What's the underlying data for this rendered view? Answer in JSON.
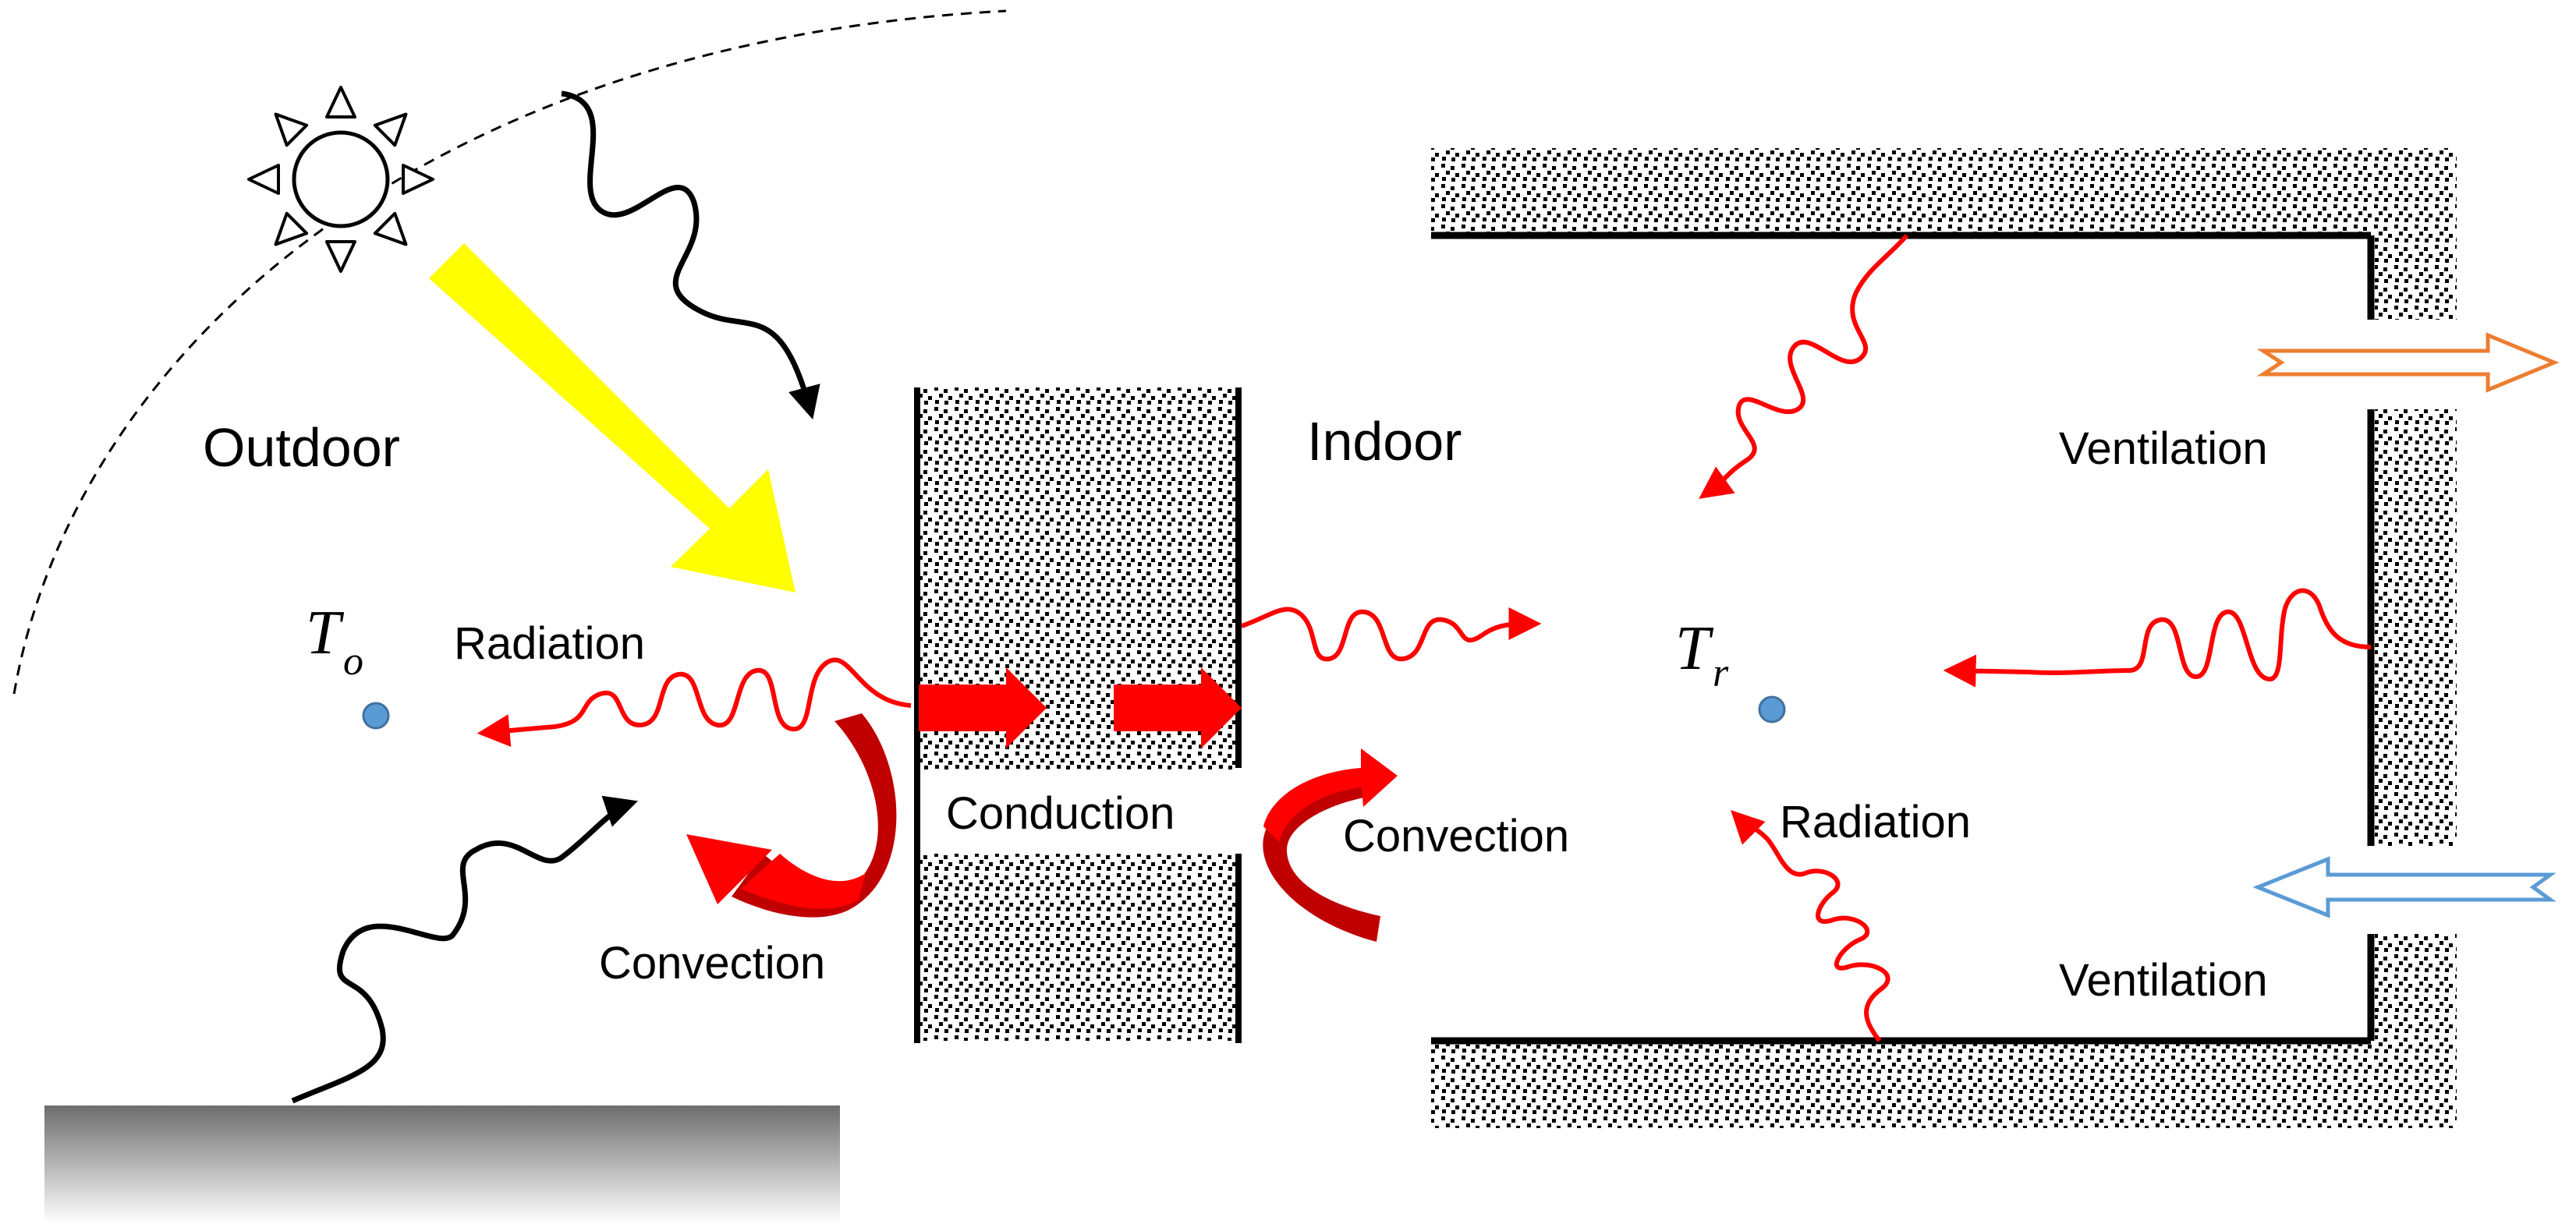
{
  "labels": {
    "outdoor": "Outdoor",
    "indoor": "Indoor",
    "radiation_outdoor": "Radiation",
    "convection_outdoor": "Convection",
    "conduction": "Conduction",
    "convection_indoor": "Convection",
    "radiation_indoor": "Radiation",
    "ventilation_top": "Ventilation",
    "ventilation_bottom": "Ventilation"
  },
  "variables": {
    "outdoor_temp": {
      "symbol": "T",
      "subscript": "o"
    },
    "room_temp": {
      "symbol": "T",
      "subscript": "r"
    }
  },
  "colors": {
    "heat_flow": "#ff0000",
    "convection_dark": "#c00000",
    "solar_beam": "#ffff00",
    "ventilation_out": "#ed7d31",
    "ventilation_in": "#5b9bd5",
    "temperature_node": "#5b9bd5",
    "ground_top": "#6d6d6d",
    "wall_outline": "#000000"
  },
  "icons": {
    "sun": "sun-icon",
    "solar_beam": "solar-beam-arrow",
    "ventilation_out": "hollow-arrow-right",
    "ventilation_in": "hollow-arrow-left"
  }
}
